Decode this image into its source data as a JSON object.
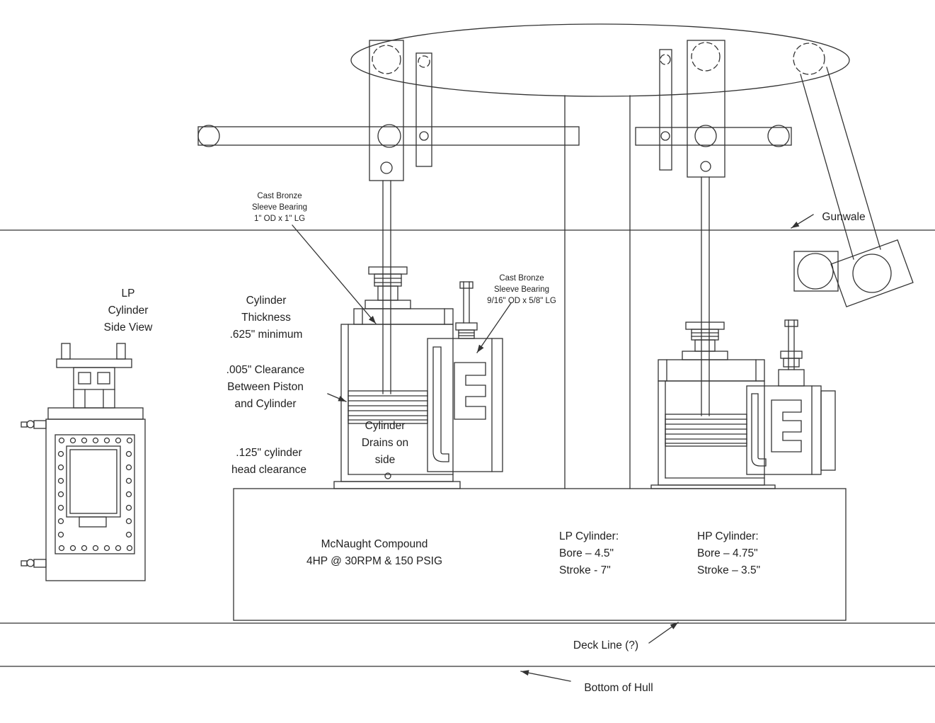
{
  "page": {
    "background": "#ffffff",
    "line_color": "#333333",
    "text_color": "#222222"
  },
  "labels": {
    "cast_bronze_lp": "Cast Bronze\nSleeve Bearing\n1\" OD x 1\" LG",
    "cast_bronze_hp": "Cast Bronze\nSleeve Bearing\n9/16\" OD x 5/8\" LG",
    "gunwale": "Gunwale",
    "lp_side_view": "LP\nCylinder\nSide View",
    "cylinder_thickness": "Cylinder\nThickness\n.625\" minimum",
    "piston_clearance": ".005\" Clearance\nBetween Piston\nand Cylinder",
    "cylinder_drains": "Cylinder\nDrains on\nside",
    "head_clearance": ".125\" cylinder\nhead clearance",
    "engine_spec": "McNaught Compound\n4HP @ 30RPM & 150 PSIG",
    "lp_specs": "LP Cylinder:\nBore – 4.5\"\nStroke - 7\"",
    "hp_specs": "HP Cylinder:\nBore – 4.75\"\nStroke – 3.5\"",
    "deck_line": "Deck Line (?)",
    "bottom_of_hull": "Bottom of Hull"
  }
}
